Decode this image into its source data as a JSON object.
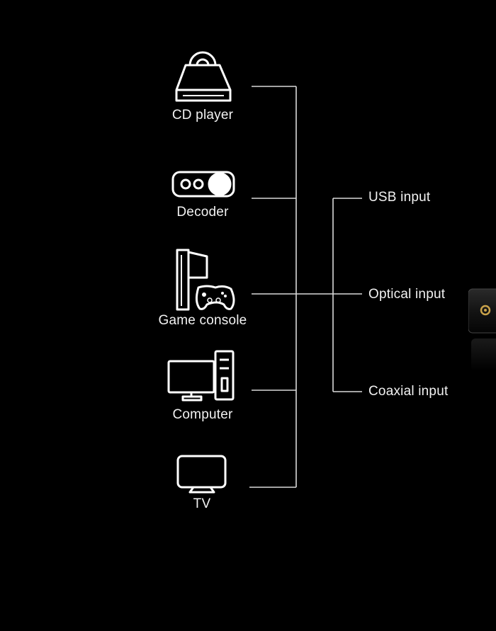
{
  "sources": [
    {
      "label": "CD player",
      "icon": "cd-player-icon"
    },
    {
      "label": "Decoder",
      "icon": "decoder-icon"
    },
    {
      "label": "Game console",
      "icon": "game-console-icon"
    },
    {
      "label": "Computer",
      "icon": "computer-icon"
    },
    {
      "label": "TV",
      "icon": "tv-icon"
    }
  ],
  "outputs": [
    {
      "label": "USB input"
    },
    {
      "label": "Optical input"
    },
    {
      "label": "Coaxial input"
    }
  ],
  "colors": {
    "background": "#000000",
    "line": "#d9d9d9",
    "text": "#f2f2f2",
    "device": "#1a1a1a",
    "device_accent": "#c9a24a"
  }
}
